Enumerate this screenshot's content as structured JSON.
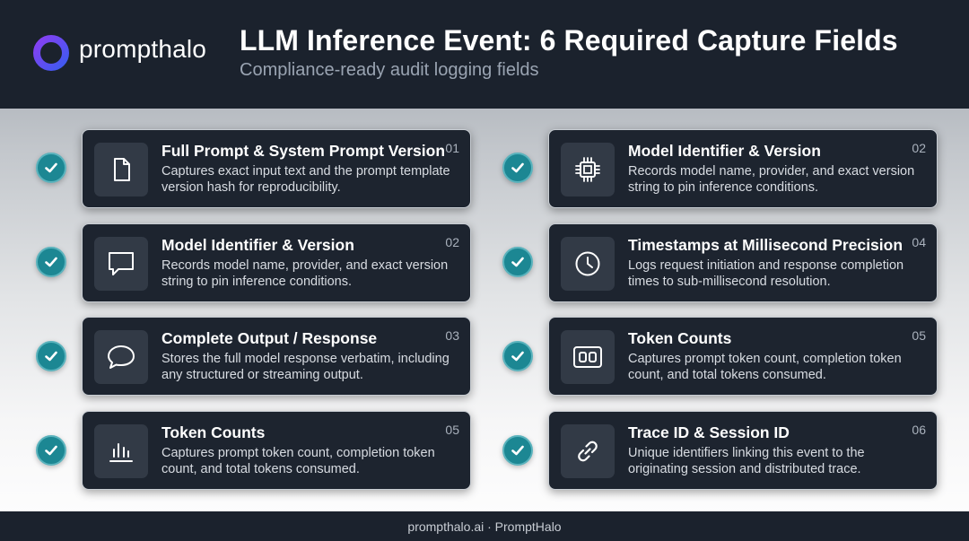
{
  "brand": {
    "name": "prompthalo",
    "logo_icon": "halo-ring-icon",
    "accent_start": "#7b3ff2",
    "accent_end": "#3b5bf0"
  },
  "header": {
    "title": "LLM Inference Event: 6 Required Capture Fields",
    "subtitle": "Compliance-ready audit logging fields"
  },
  "cards": [
    {
      "title": "Full Prompt & System Prompt Version",
      "desc": "Captures exact input text and the prompt template version hash for reproducibility.",
      "num": "01",
      "icon": "document-icon"
    },
    {
      "title": "Model Identifier & Version",
      "desc": "Records model name, provider, and exact version string to pin inference conditions.",
      "num": "02",
      "icon": "chip-icon"
    },
    {
      "title": "Model Identifier & Version",
      "desc": "Records model name, provider, and exact version string to pin inference conditions.",
      "num": "02",
      "icon": "chat-square-icon"
    },
    {
      "title": "Timestamps at Millisecond Precision",
      "desc": "Logs request initiation and response completion times to sub-millisecond resolution.",
      "num": "04",
      "icon": "clock-icon"
    },
    {
      "title": "Complete Output / Response",
      "desc": "Stores the full model response verbatim, including any structured or streaming output.",
      "num": "03",
      "icon": "speech-bubble-icon"
    },
    {
      "title": "Token Counts",
      "desc": "Captures prompt token count, completion token count, and total tokens consumed.",
      "num": "05",
      "icon": "counter-icon"
    },
    {
      "title": "Token Counts",
      "desc": "Captures prompt token count, completion token count, and total tokens consumed.",
      "num": "05",
      "icon": "bar-chart-icon"
    },
    {
      "title": "Trace ID & Session ID",
      "desc": "Unique identifiers linking this event to the originating session and distributed trace.",
      "num": "06",
      "icon": "link-icon"
    }
  ],
  "status": {
    "check_icon": "check-circle-icon",
    "check_color": "#1c8793"
  },
  "footer": {
    "text": "prompthalo.ai · PromptHalo"
  }
}
